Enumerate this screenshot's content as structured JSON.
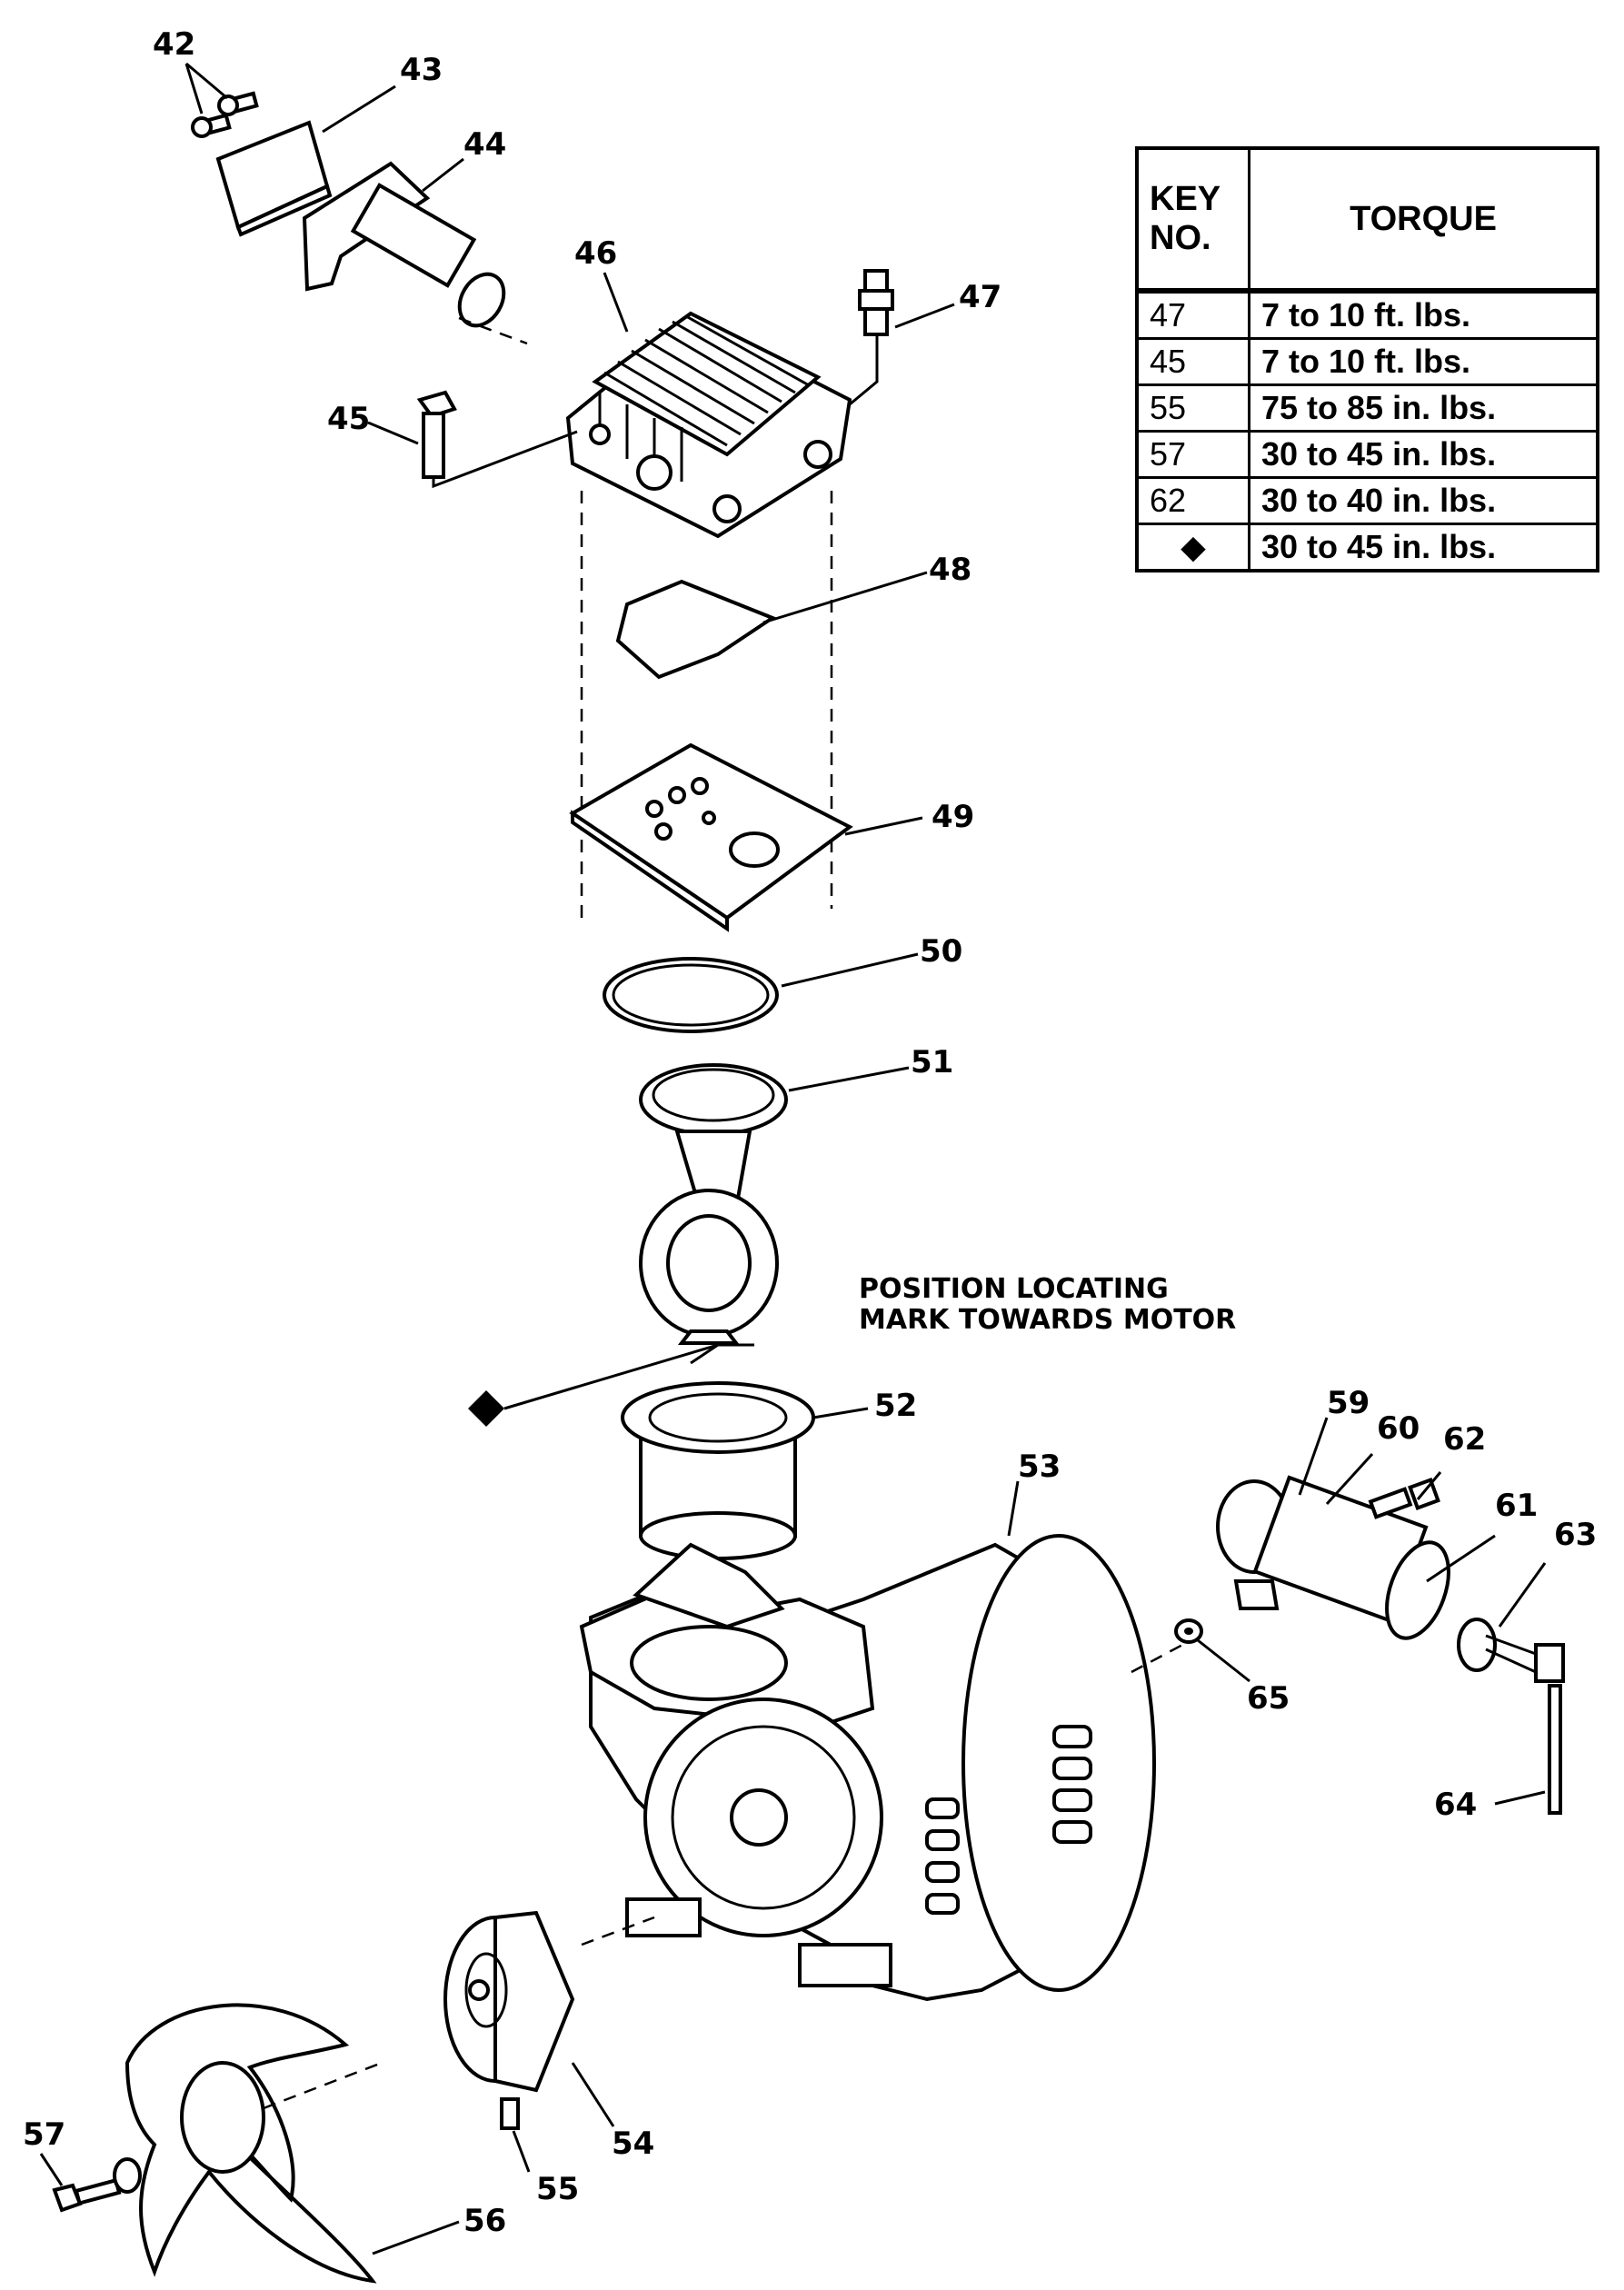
{
  "callouts": {
    "c42": "42",
    "c43": "43",
    "c44": "44",
    "c45": "45",
    "c46": "46",
    "c47": "47",
    "c48": "48",
    "c49": "49",
    "c50": "50",
    "c51": "51",
    "c52": "52",
    "c53": "53",
    "c54": "54",
    "c55": "55",
    "c56": "56",
    "c57": "57",
    "c59": "59",
    "c60": "60",
    "c61": "61",
    "c62": "62",
    "c63": "63",
    "c64": "64",
    "c65": "65"
  },
  "note": {
    "line1": "POSITION LOCATING",
    "line2": "MARK TOWARDS MOTOR"
  },
  "table": {
    "header_key_line1": "KEY",
    "header_key_line2": "NO.",
    "header_torque": "TORQUE",
    "rows": [
      {
        "key": "47",
        "torque": "7 to 10 ft. lbs."
      },
      {
        "key": "45",
        "torque": "7 to 10 ft. lbs."
      },
      {
        "key": "55",
        "torque": "75 to 85  in. lbs."
      },
      {
        "key": "57",
        "torque": "30 to 45 in. lbs."
      },
      {
        "key": "62",
        "torque": "30 to 40 in. lbs."
      },
      {
        "key": "◆",
        "torque": "30 to 45 in. lbs."
      }
    ]
  }
}
